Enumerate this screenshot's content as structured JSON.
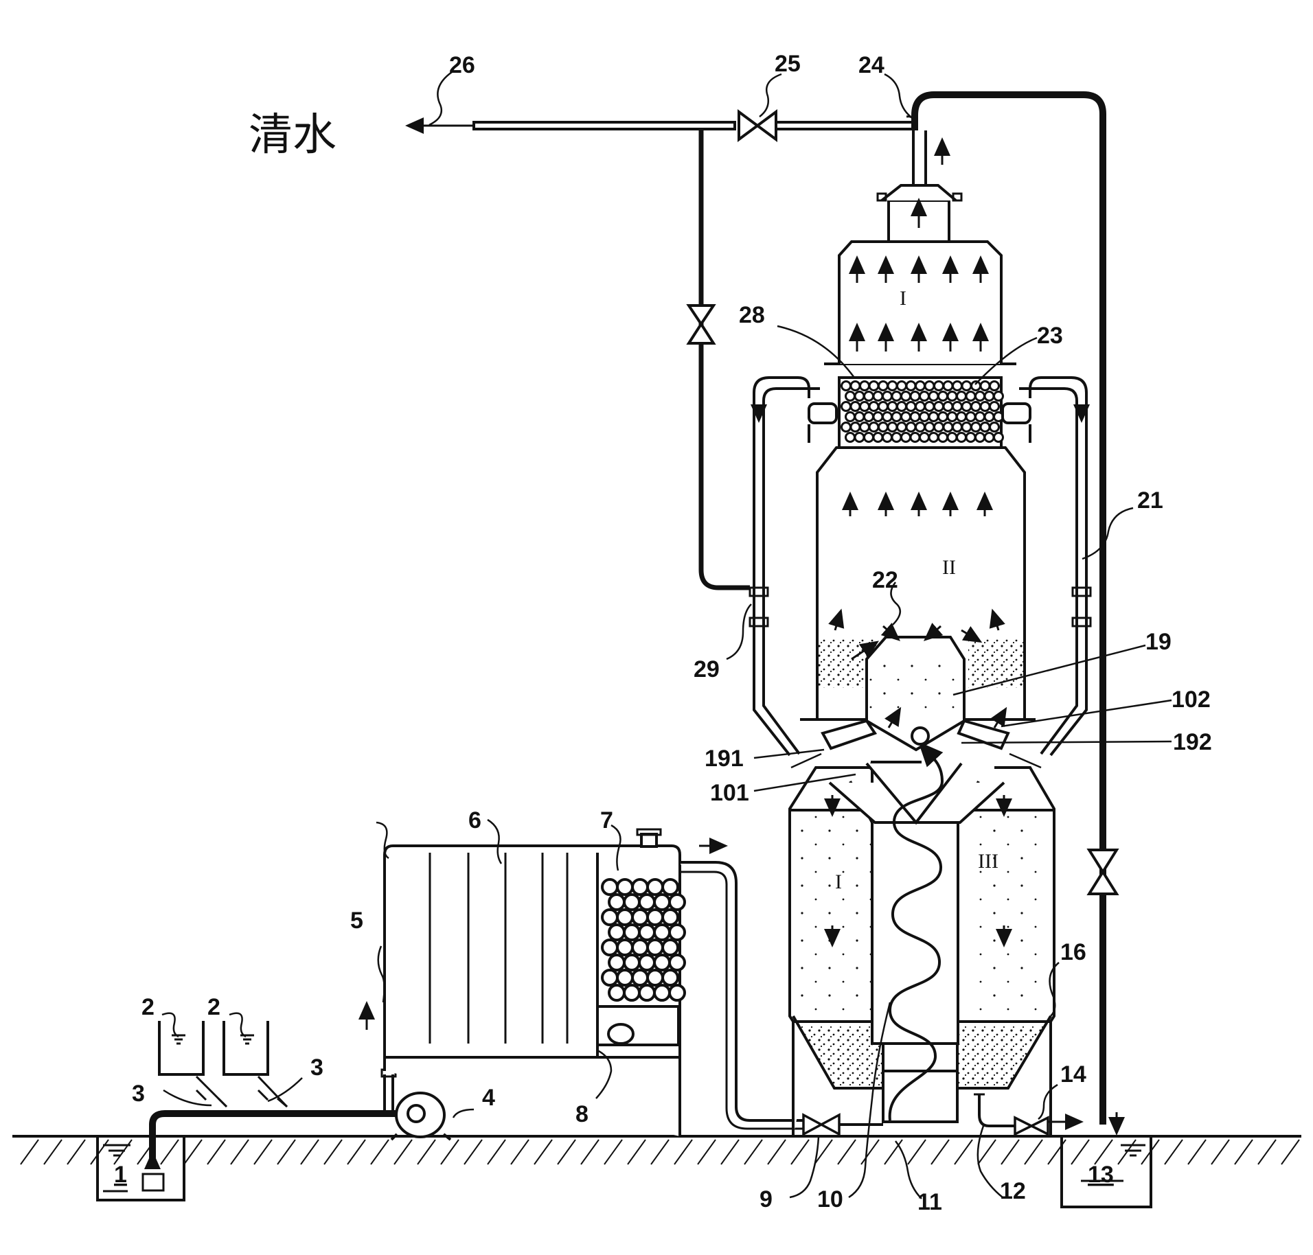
{
  "outlet_text": "清水",
  "zones": {
    "upper": "I",
    "middle": "II",
    "left": "I",
    "right": "III"
  },
  "labels": {
    "l1": "1",
    "l2a": "2",
    "l2b": "2",
    "l3a": "3",
    "l3b": "3",
    "l4": "4",
    "l5": "5",
    "l6": "6",
    "l7": "7",
    "l8": "8",
    "l9": "9",
    "l10": "10",
    "l11": "11",
    "l12": "12",
    "l13": "13",
    "l14": "14",
    "l16": "16",
    "l19": "19",
    "l21": "21",
    "l22": "22",
    "l23": "23",
    "l24": "24",
    "l25": "25",
    "l26": "26",
    "l28": "28",
    "l29": "29",
    "l101": "101",
    "l102": "102",
    "l191": "191",
    "l192": "192"
  }
}
